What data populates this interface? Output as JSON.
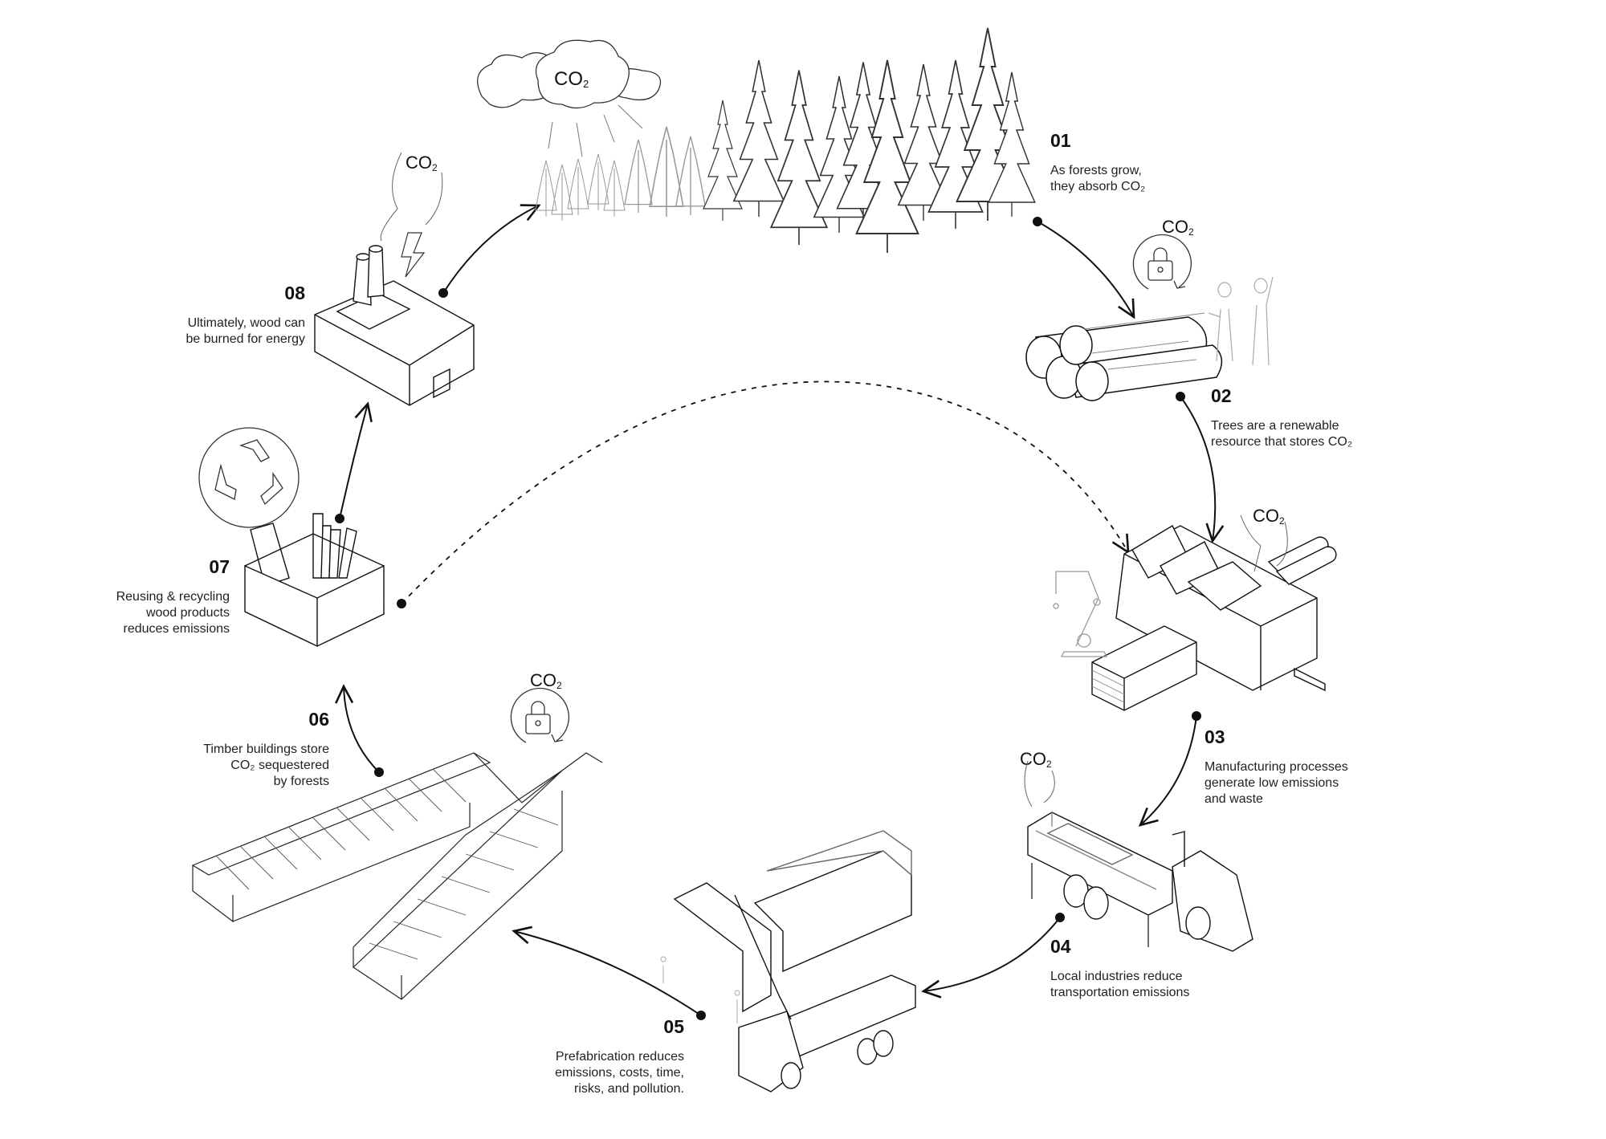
{
  "diagram": {
    "title": "Timber lifecycle carbon cycle",
    "co2_label": "CO",
    "co2_subscript": "2",
    "steps": [
      {
        "num": "01",
        "lines": [
          "As forests grow,",
          "they absorb CO₂"
        ]
      },
      {
        "num": "02",
        "lines": [
          "Trees are a renewable",
          "resource that stores CO₂"
        ]
      },
      {
        "num": "03",
        "lines": [
          "Manufacturing processes",
          "generate low emissions",
          "and waste"
        ]
      },
      {
        "num": "04",
        "lines": [
          "Local industries reduce",
          "transportation emissions"
        ]
      },
      {
        "num": "05",
        "lines": [
          "Prefabrication reduces",
          "emissions, costs, time,",
          "risks, and pollution."
        ]
      },
      {
        "num": "06",
        "lines": [
          "Timber buildings store",
          "CO₂ sequestered",
          "by forests"
        ]
      },
      {
        "num": "07",
        "lines": [
          "Reusing & recycling",
          "wood products",
          "reduces emissions"
        ]
      },
      {
        "num": "08",
        "lines": [
          "Ultimately, wood can",
          "be burned for energy"
        ]
      }
    ],
    "icons": [
      "cloud-icon",
      "forest-icon",
      "lock-icon",
      "logs-icon",
      "people-icon",
      "factory-icon",
      "robot-arm-icon",
      "truck-icon",
      "crane-truck-icon",
      "timber-building-icon",
      "recycle-icon",
      "box-icon",
      "power-plant-icon",
      "lightning-icon"
    ],
    "colors": {
      "line": "#111111",
      "light_line": "#888888",
      "background": "#ffffff"
    }
  }
}
